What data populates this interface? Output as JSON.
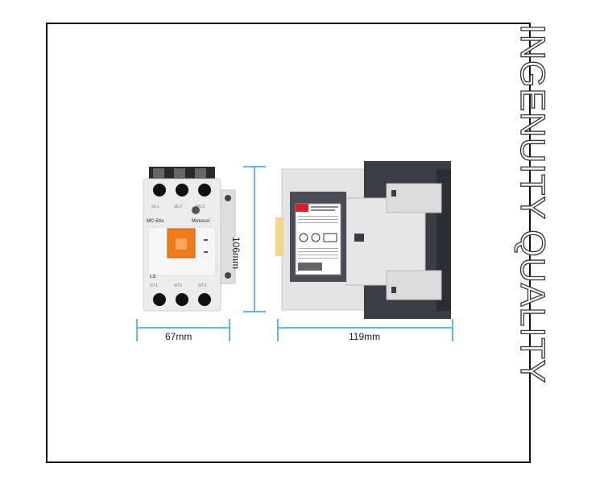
{
  "dimensions": {
    "width_front": "67mm",
    "height": "106mm",
    "width_side": "119mm"
  },
  "slogan": "INGENUITY QUALITY",
  "product": {
    "model_label": "MC-50a",
    "series_label": "Metasol",
    "brand_label": "LS",
    "terminals_top": [
      "1/L1",
      "3/L2",
      "5/L3"
    ],
    "terminals_bottom": [
      "2/T1",
      "4/T2",
      "6/T3"
    ]
  },
  "colors": {
    "frame": "#111111",
    "dimension_line": "#2aa6d8",
    "actuator": "#f07b1a",
    "body": "#e8e8e8",
    "coil_housing": "#3a3d45"
  }
}
